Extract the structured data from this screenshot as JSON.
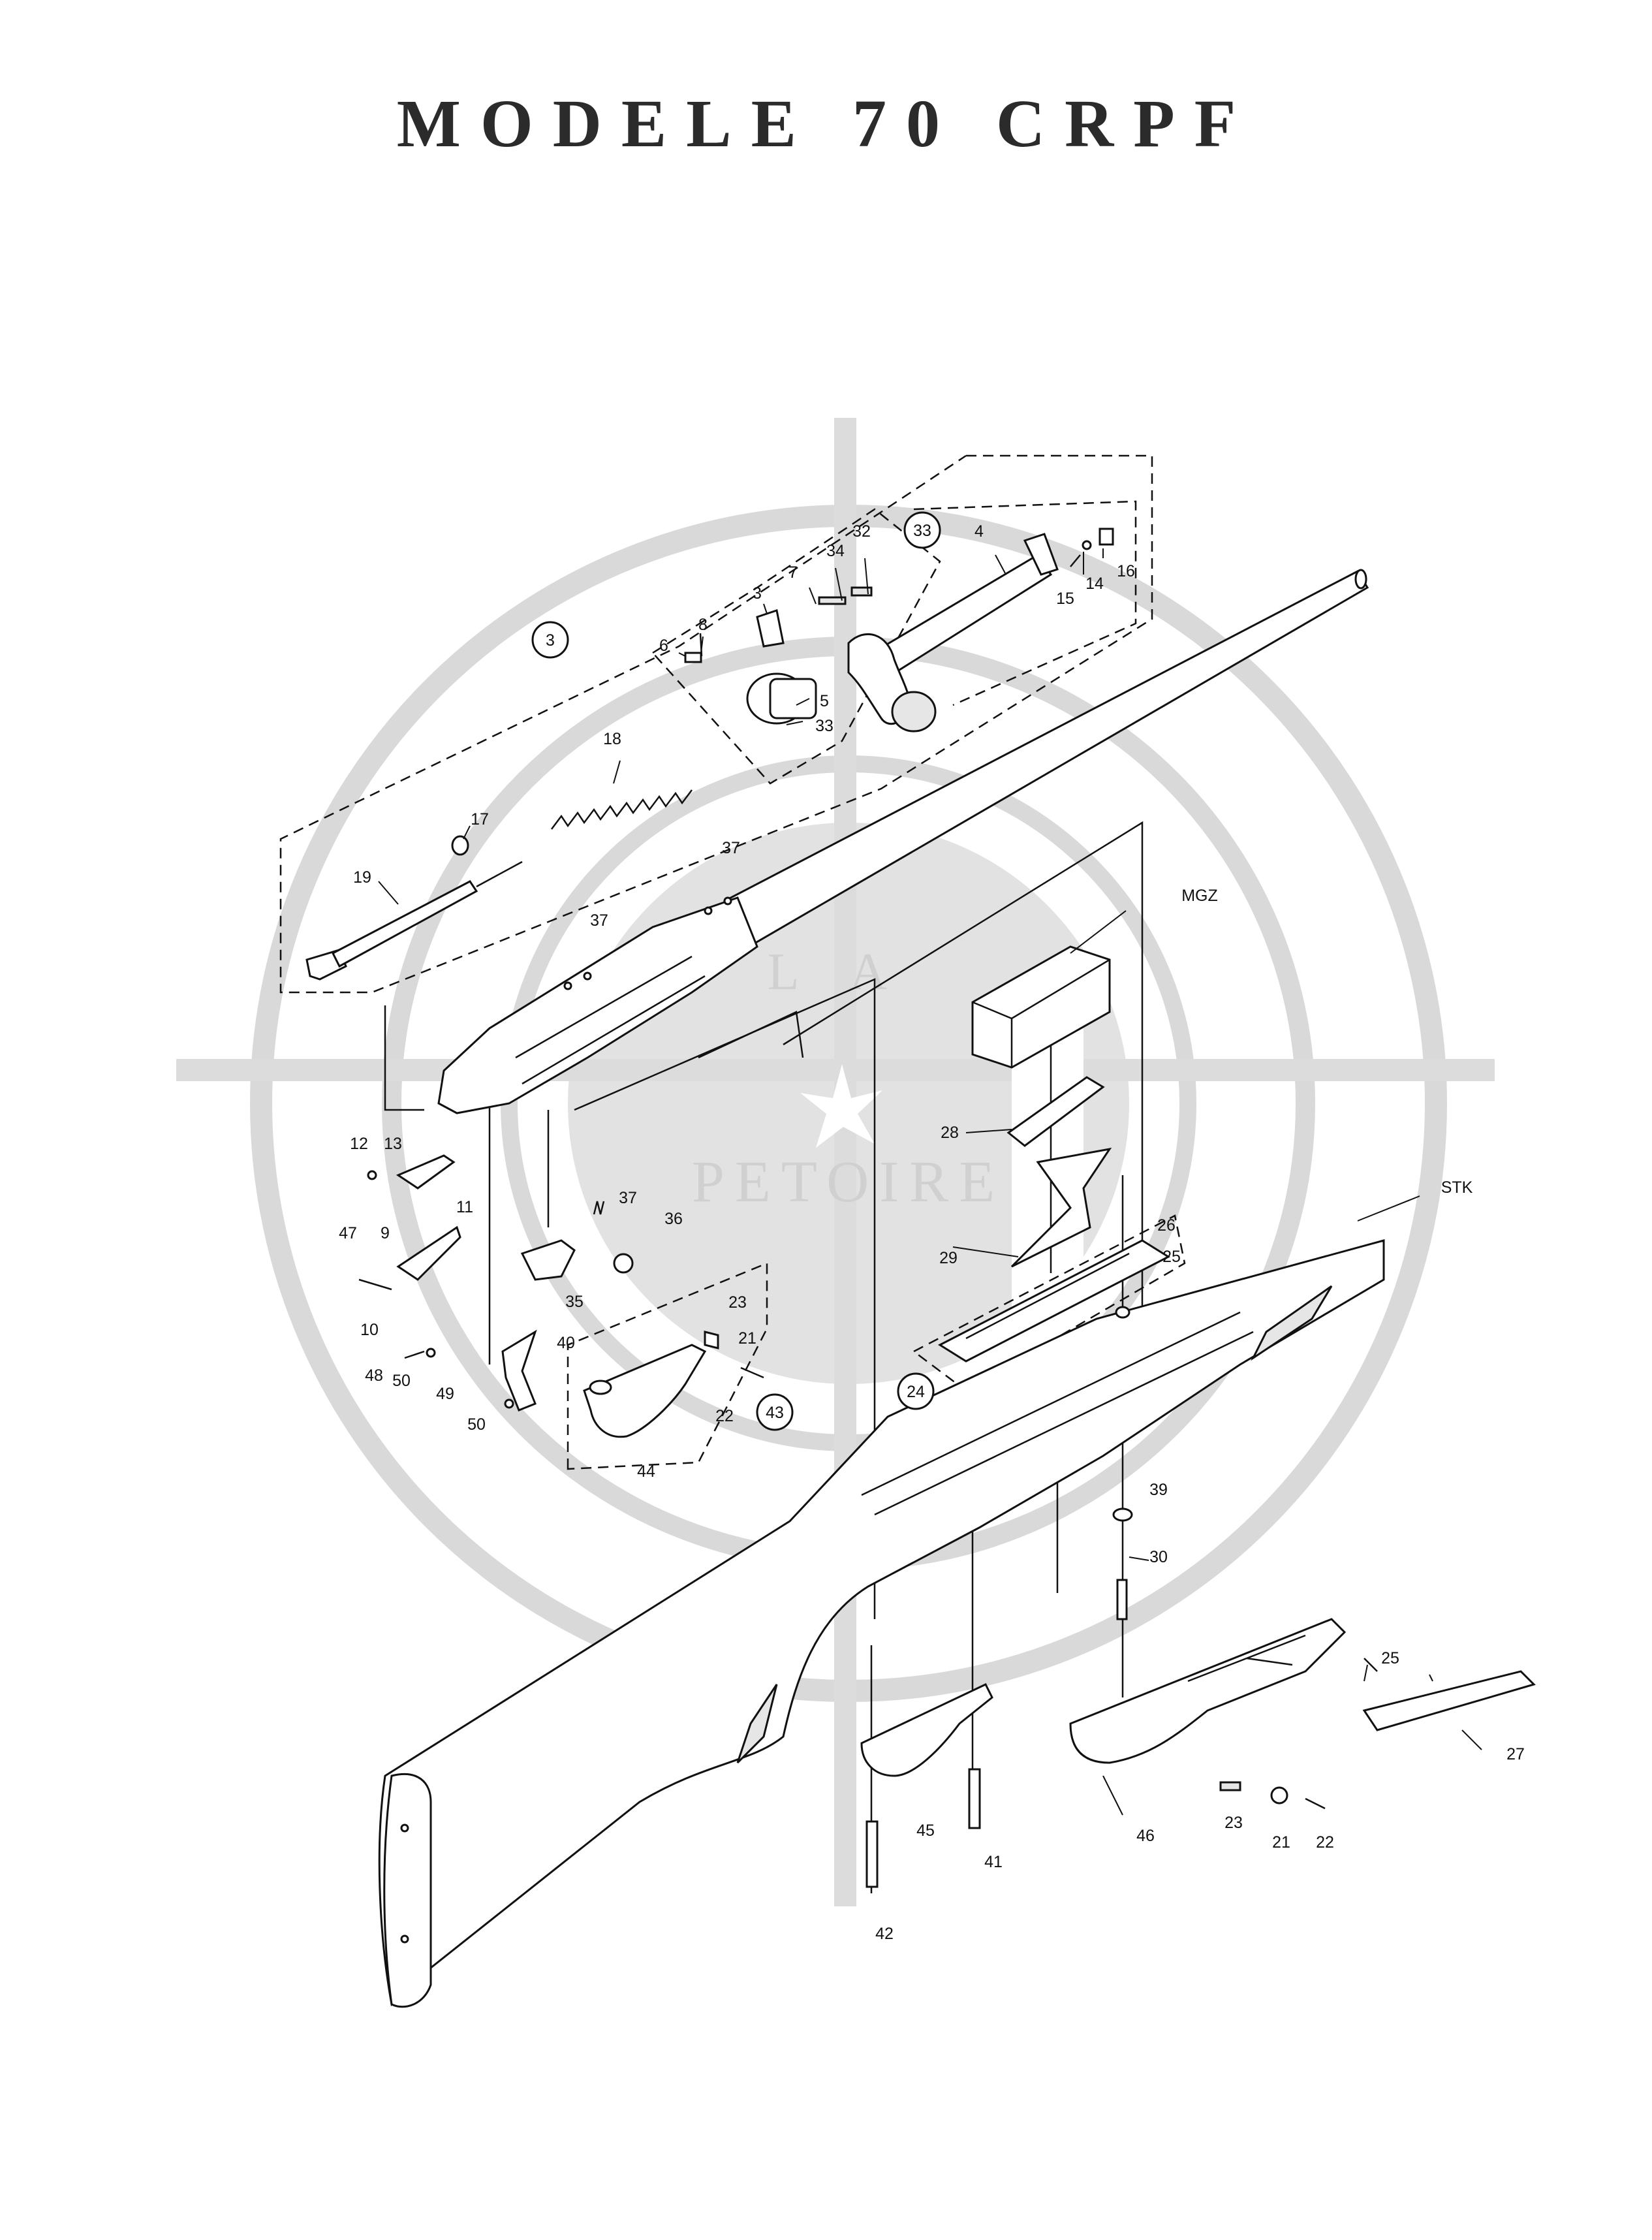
{
  "title": "MODELE 70 CRPF",
  "watermark": {
    "letters": [
      "L",
      "A"
    ],
    "word": "PETOIRE"
  },
  "labels": [
    {
      "id": "l4",
      "text": "4"
    },
    {
      "id": "l33a",
      "text": "33"
    },
    {
      "id": "l32",
      "text": "32"
    },
    {
      "id": "l34",
      "text": "34"
    },
    {
      "id": "l7",
      "text": "7"
    },
    {
      "id": "l3a",
      "text": "3"
    },
    {
      "id": "l8",
      "text": "8"
    },
    {
      "id": "l6",
      "text": "6"
    },
    {
      "id": "l5",
      "text": "5"
    },
    {
      "id": "l33b",
      "text": "33"
    },
    {
      "id": "l16",
      "text": "16"
    },
    {
      "id": "l14",
      "text": "14"
    },
    {
      "id": "l15",
      "text": "15"
    },
    {
      "id": "l3b",
      "text": "3"
    },
    {
      "id": "l18",
      "text": "18"
    },
    {
      "id": "l17",
      "text": "17"
    },
    {
      "id": "l19",
      "text": "19"
    },
    {
      "id": "l37a",
      "text": "37"
    },
    {
      "id": "l37b",
      "text": "37"
    },
    {
      "id": "lMGZ",
      "text": "MGZ"
    },
    {
      "id": "l28",
      "text": "28"
    },
    {
      "id": "l12",
      "text": "12"
    },
    {
      "id": "l13",
      "text": "13"
    },
    {
      "id": "l11",
      "text": "11"
    },
    {
      "id": "l37c",
      "text": "37"
    },
    {
      "id": "l36",
      "text": "36"
    },
    {
      "id": "l35",
      "text": "35"
    },
    {
      "id": "l47",
      "text": "47"
    },
    {
      "id": "l9",
      "text": "9"
    },
    {
      "id": "l10",
      "text": "10"
    },
    {
      "id": "l40",
      "text": "40"
    },
    {
      "id": "l48",
      "text": "48"
    },
    {
      "id": "l50a",
      "text": "50"
    },
    {
      "id": "l49",
      "text": "49"
    },
    {
      "id": "l50b",
      "text": "50"
    },
    {
      "id": "l23a",
      "text": "23"
    },
    {
      "id": "l21a",
      "text": "21"
    },
    {
      "id": "l22a",
      "text": "22"
    },
    {
      "id": "l43",
      "text": "43"
    },
    {
      "id": "l44",
      "text": "44"
    },
    {
      "id": "l29",
      "text": "29"
    },
    {
      "id": "l26",
      "text": "26"
    },
    {
      "id": "l25a",
      "text": "25"
    },
    {
      "id": "l24",
      "text": "24"
    },
    {
      "id": "lSTK",
      "text": "STK"
    },
    {
      "id": "l39",
      "text": "39"
    },
    {
      "id": "l30",
      "text": "30"
    },
    {
      "id": "l25b",
      "text": "25"
    },
    {
      "id": "l27",
      "text": "27"
    },
    {
      "id": "l23b",
      "text": "23"
    },
    {
      "id": "l21b",
      "text": "21"
    },
    {
      "id": "l22b",
      "text": "22"
    },
    {
      "id": "l46",
      "text": "46"
    },
    {
      "id": "l45",
      "text": "45"
    },
    {
      "id": "l41",
      "text": "41"
    },
    {
      "id": "l42",
      "text": "42"
    }
  ]
}
